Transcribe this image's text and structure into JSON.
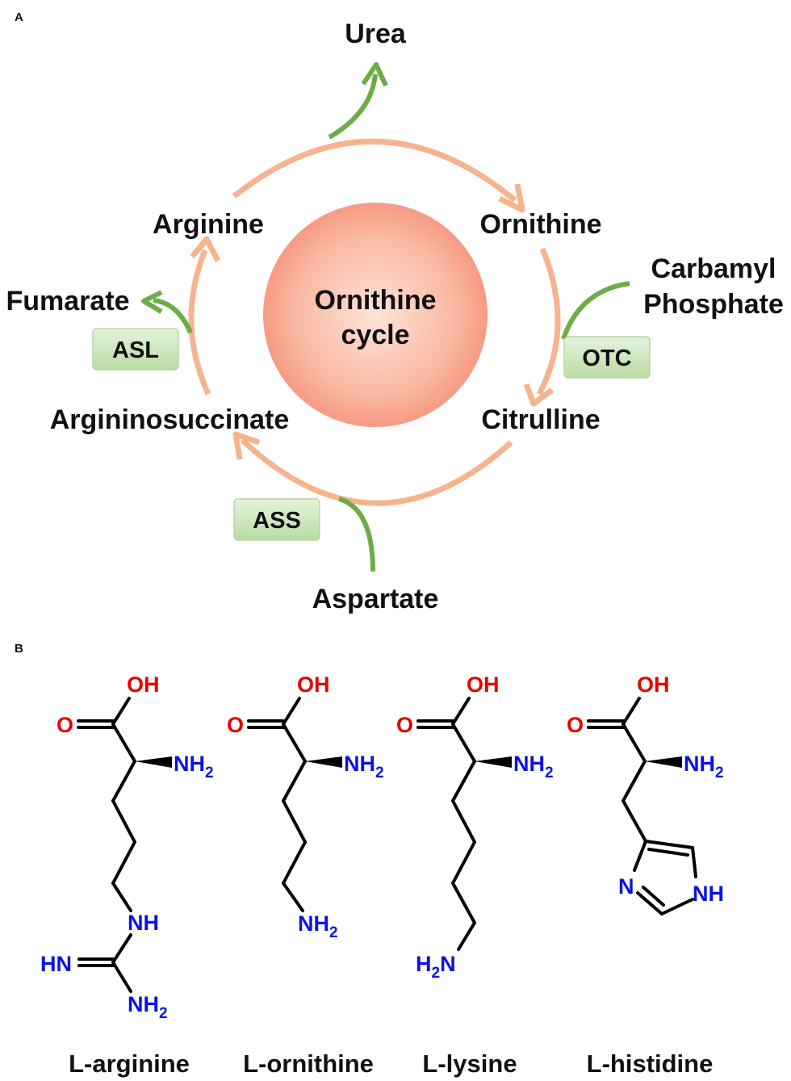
{
  "panel_a": {
    "letter": "A",
    "center_line1": "Ornithine",
    "center_line2": "cycle",
    "metabolites": {
      "urea": "Urea",
      "ornithine": "Ornithine",
      "carbamyl_line1": "Carbamyl",
      "carbamyl_line2": "Phosphate",
      "citrulline": "Citrulline",
      "aspartate": "Aspartate",
      "argininosuccinate": "Argininosuccinate",
      "fumarate": "Fumarate",
      "arginine": "Arginine"
    },
    "enzymes": {
      "asl": "ASL",
      "otc": "OTC",
      "ass": "ASS"
    },
    "colors": {
      "cycle_arrow": "#f6b48e",
      "side_arrow": "#6cad45",
      "enzyme_box": "#cde6bf",
      "center_circle": "#f8a08a"
    }
  },
  "panel_b": {
    "letter": "B",
    "atoms": {
      "oh": "OH",
      "o": "O",
      "nh2": "NH",
      "sub2": "2",
      "nh": "NH",
      "hn": "HN",
      "h": "H",
      "n": "N"
    },
    "colors": {
      "oxygen": "#e60000",
      "nitrogen": "#0a12e6"
    },
    "names": [
      "L-arginine",
      "L-ornithine",
      "L-lysine",
      "L-histidine"
    ]
  }
}
